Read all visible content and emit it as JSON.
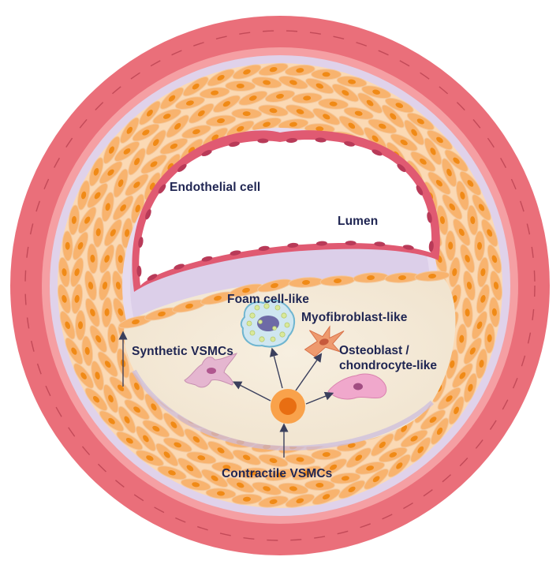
{
  "labels": {
    "endothelial": "Endothelial cell",
    "lumen": "Lumen",
    "foam": "Foam cell-like",
    "myofibroblast": "Myofibroblast-like",
    "synthetic": "Synthetic VSMCs",
    "osteoblast_line1": "Osteoblast /",
    "osteoblast_line2": "chondrocyte-like",
    "contractile": "Contractile VSMCs"
  },
  "colors": {
    "adventitia": "#ea6f7a",
    "adventitia_inner": "#f59fa3",
    "media_band": "#fbd9b4",
    "smc_fill": "#f8b36e",
    "smc_nucleus": "#f08a16",
    "intima": "#dccfe9",
    "intima_edge": "#ece3f3",
    "plaque": "#f4ead8",
    "endothelium": "#e05a72",
    "text": "#1f2552"
  }
}
